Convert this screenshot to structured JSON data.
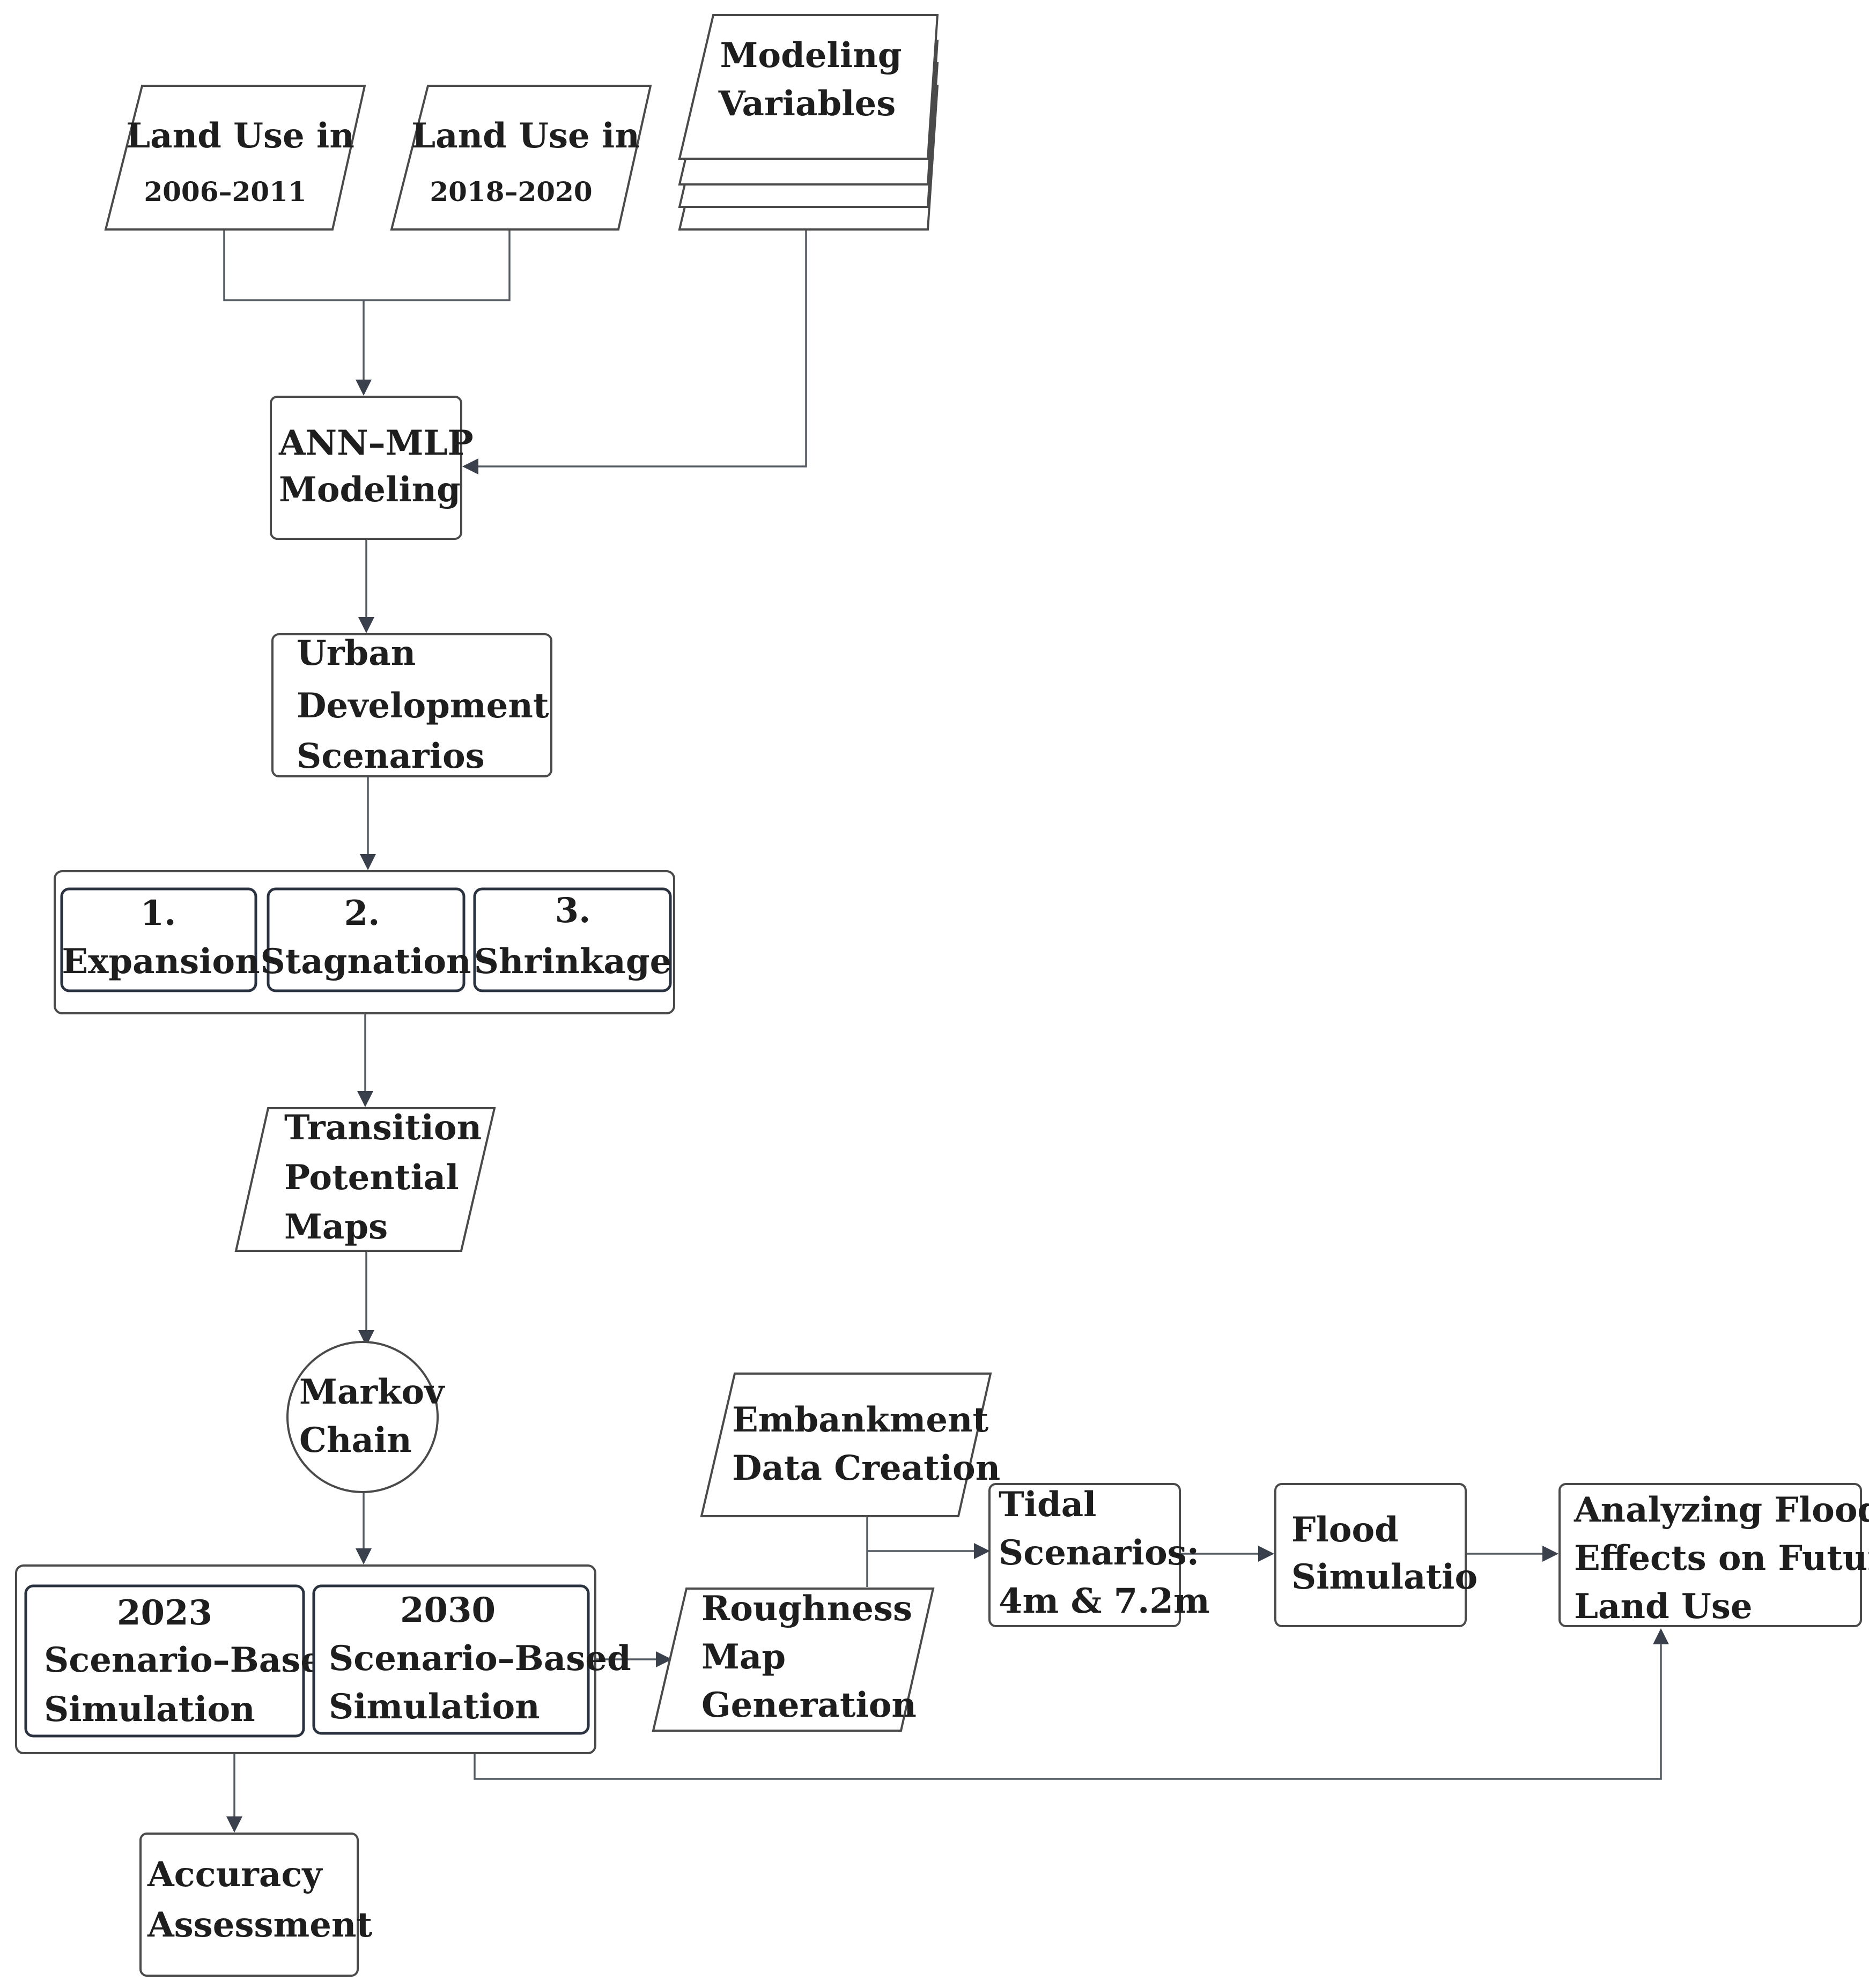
{
  "nodes": {
    "land_use_2006": {
      "line1": "Land Use in",
      "line2": "2006–2011"
    },
    "land_use_2018": {
      "line1": "Land Use in",
      "line2": "2018–2020"
    },
    "modeling_variables": {
      "line1": "Modeling",
      "line2": "Variables"
    },
    "ann_mlp": {
      "line1": "ANN–MLP",
      "line2": "Modeling"
    },
    "urban_dev": {
      "line1": "Urban",
      "line2": "Development",
      "line3": "Scenarios"
    },
    "scenarios": {
      "expansion": {
        "num": "1.",
        "label": "Expansion"
      },
      "stagnation": {
        "num": "2.",
        "label": "Stagnation"
      },
      "shrinkage": {
        "num": "3.",
        "label": "Shrinkage"
      }
    },
    "transition": {
      "line1": "Transition",
      "line2": "Potential",
      "line3": "Maps"
    },
    "markov": {
      "line1": "Markov",
      "line2": "Chain"
    },
    "sim_2023": {
      "line1": "2023",
      "line2": "Scenario–Based",
      "line3": "Simulation"
    },
    "sim_2030": {
      "line1": "2030",
      "line2": "Scenario–Based",
      "line3": "Simulation"
    },
    "accuracy": {
      "line1": "Accuracy",
      "line2": "Assessment"
    },
    "embankment": {
      "line1": "Embankment",
      "line2": "Data Creation"
    },
    "roughness": {
      "line1": "Roughness",
      "line2": "Map",
      "line3": "Generation"
    },
    "tidal": {
      "line1": "Tidal",
      "line2": "Scenarios:",
      "line3": "4m & 7.2m"
    },
    "flood_sim": {
      "line1": "Flood",
      "line2": "Simulatio"
    },
    "analyzing": {
      "line1": "Analyzing Flood",
      "line2": "Effects on Future",
      "line3": "Land Use"
    }
  }
}
